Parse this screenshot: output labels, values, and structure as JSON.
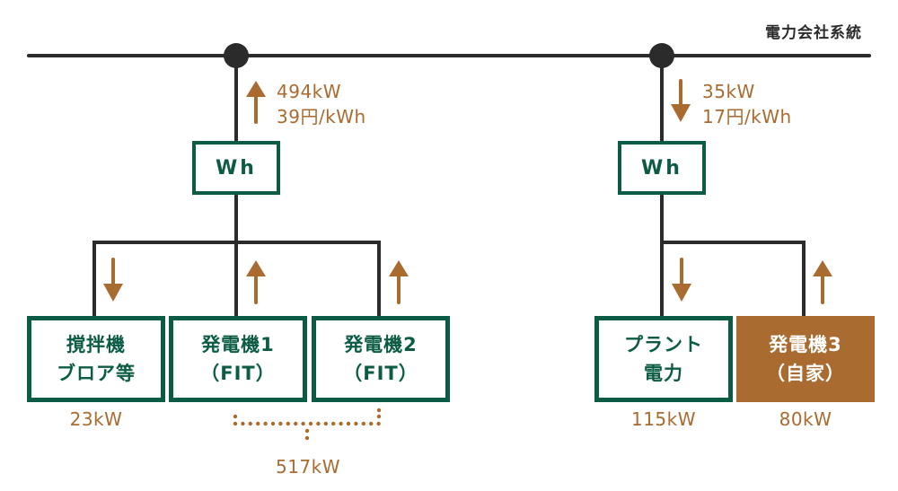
{
  "grid": {
    "label": "電力会社系統"
  },
  "colors": {
    "line": "#2b2b2b",
    "accent": "#a96b30",
    "box": "#0b5b45"
  },
  "left_feed": {
    "direction": "up",
    "power": "494kW",
    "price": "39円/kWh",
    "meter_label": "Wh",
    "loads": [
      {
        "line1": "撹拌機",
        "line2": "ブロア等",
        "value": "23kW",
        "direction": "down",
        "type": "consumer"
      },
      {
        "line1": "発電機1",
        "line2": "（FIT）",
        "direction": "up",
        "type": "generator-fit"
      },
      {
        "line1": "発電機2",
        "line2": "（FIT）",
        "direction": "up",
        "type": "generator-fit"
      }
    ],
    "fit_total": "517kW"
  },
  "right_feed": {
    "direction": "down",
    "power": "35kW",
    "price": "17円/kWh",
    "meter_label": "Wh",
    "loads": [
      {
        "line1": "プラント",
        "line2": "電力",
        "value": "115kW",
        "direction": "down",
        "type": "consumer"
      },
      {
        "line1": "発電機3",
        "line2": "（自家）",
        "value": "80kW",
        "direction": "up",
        "type": "generator-self"
      }
    ]
  }
}
